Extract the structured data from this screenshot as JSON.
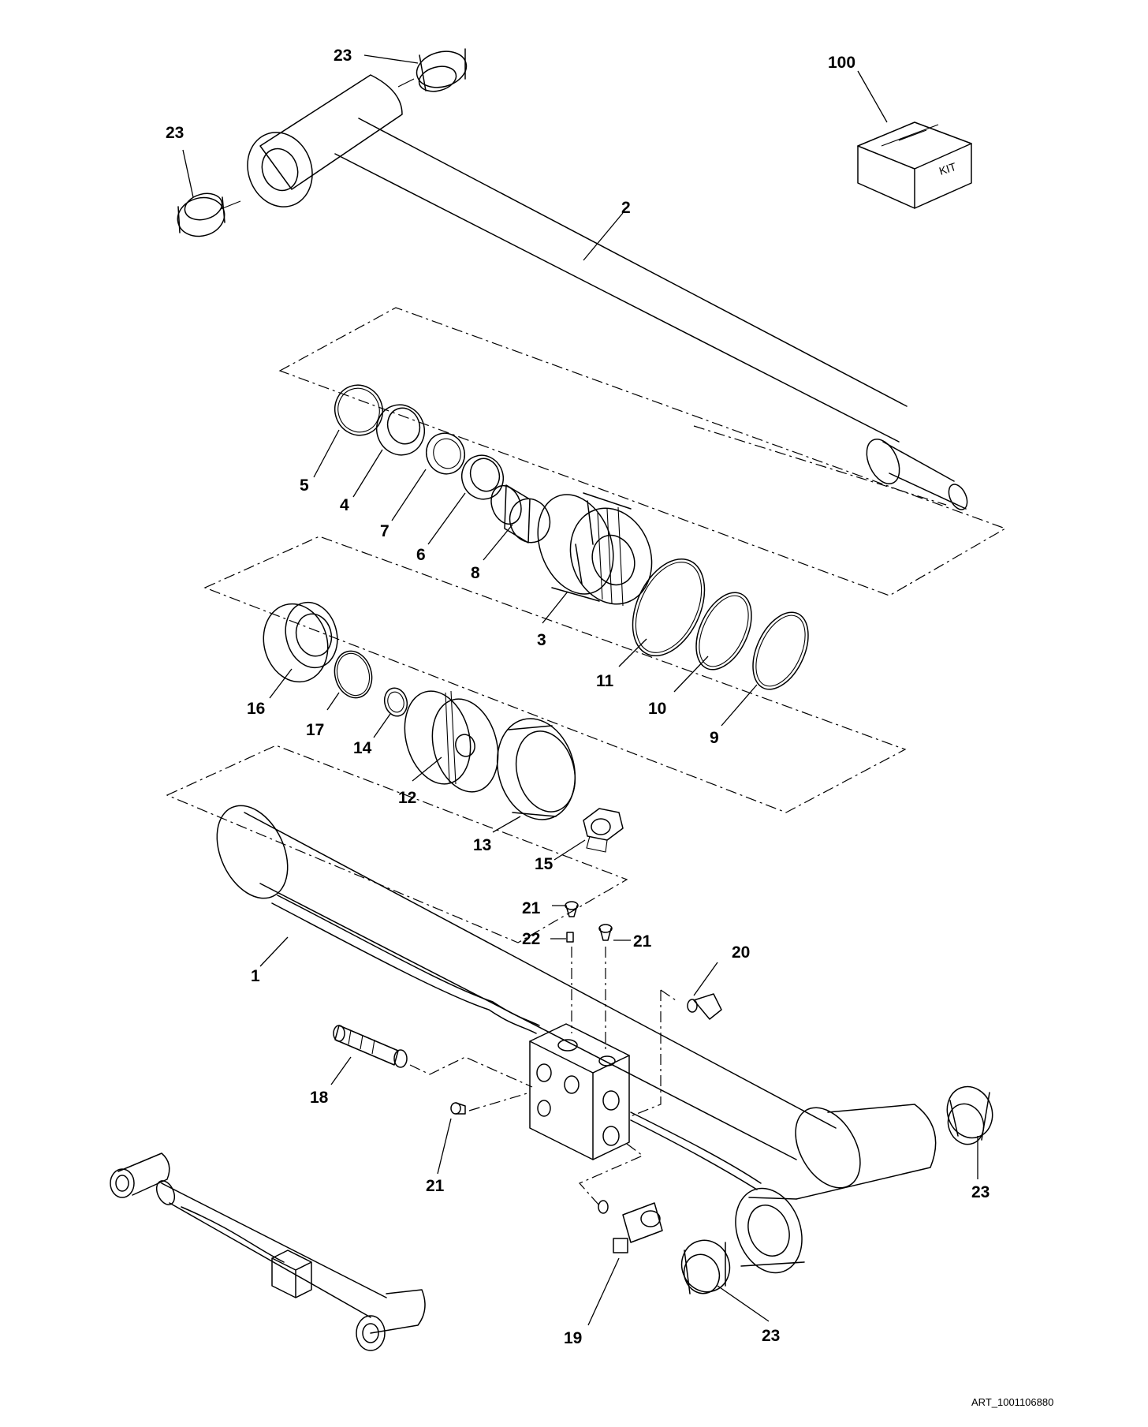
{
  "diagram": {
    "art_reference": "ART_1001106880",
    "kit_box_text": "KIT",
    "callouts": {
      "c1": "1",
      "c2": "2",
      "c3": "3",
      "c4": "4",
      "c5": "5",
      "c6": "6",
      "c7": "7",
      "c8": "8",
      "c9": "9",
      "c10": "10",
      "c11": "11",
      "c12": "12",
      "c13": "13",
      "c14": "14",
      "c15": "15",
      "c16": "16",
      "c17": "17",
      "c18": "18",
      "c19": "19",
      "c20": "20",
      "c21a": "21",
      "c21b": "21",
      "c21c": "21",
      "c22": "22",
      "c23a": "23",
      "c23b": "23",
      "c23c": "23",
      "c23d": "23",
      "c100": "100"
    }
  }
}
